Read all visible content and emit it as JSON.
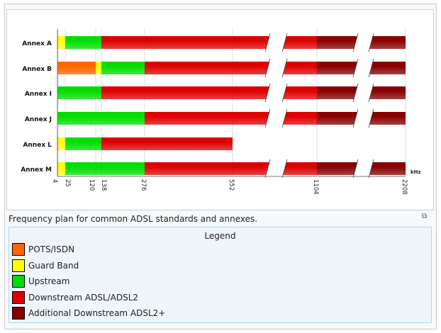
{
  "chart_data": {
    "type": "bar",
    "orientation": "horizontal-stacked-ranges",
    "x_unit": "kHz",
    "x_ticks": [
      4,
      25,
      120,
      138,
      276,
      552,
      1104,
      2208
    ],
    "x_breaks": [
      [
        700,
        950
      ],
      [
        1400,
        1900
      ]
    ],
    "categories": [
      "Annex A",
      "Annex B",
      "Annex I",
      "Annex J",
      "Annex L",
      "Annex M"
    ],
    "bars": [
      [
        [
          0,
          4,
          "pots"
        ],
        [
          4,
          25,
          "guard"
        ],
        [
          25,
          138,
          "up"
        ],
        [
          138,
          1104,
          "down"
        ],
        [
          1104,
          2208,
          "add"
        ]
      ],
      [
        [
          0,
          120,
          "pots"
        ],
        [
          120,
          138,
          "guard"
        ],
        [
          138,
          276,
          "up"
        ],
        [
          276,
          1104,
          "down"
        ],
        [
          1104,
          2208,
          "add"
        ]
      ],
      [
        [
          0,
          138,
          "up"
        ],
        [
          138,
          1104,
          "down"
        ],
        [
          1104,
          2208,
          "add"
        ]
      ],
      [
        [
          0,
          276,
          "up"
        ],
        [
          276,
          1104,
          "down"
        ],
        [
          1104,
          2208,
          "add"
        ]
      ],
      [
        [
          0,
          4,
          "pots"
        ],
        [
          4,
          25,
          "guard"
        ],
        [
          25,
          138,
          "up"
        ],
        [
          138,
          552,
          "down"
        ]
      ],
      [
        [
          0,
          4,
          "pots"
        ],
        [
          4,
          25,
          "guard"
        ],
        [
          25,
          276,
          "up"
        ],
        [
          276,
          1104,
          "down"
        ],
        [
          1104,
          2208,
          "add"
        ]
      ]
    ],
    "colors": {
      "pots": "#ff6600",
      "guard": "#ffff00",
      "up": "#00dd00",
      "down": "#dd0000",
      "add": "#880000"
    }
  },
  "caption": "Frequency plan for common ADSL standards and annexes.",
  "legend": {
    "title": "Legend",
    "items": [
      {
        "label": "POTS/ISDN",
        "color": "#ff6600"
      },
      {
        "label": "Guard Band",
        "color": "#ffff00"
      },
      {
        "label": "Upstream",
        "color": "#00dd00"
      },
      {
        "label": "Downstream ADSL/ADSL2",
        "color": "#dd0000"
      },
      {
        "label": "Additional Downstream ADSL2+",
        "color": "#880000"
      }
    ]
  }
}
